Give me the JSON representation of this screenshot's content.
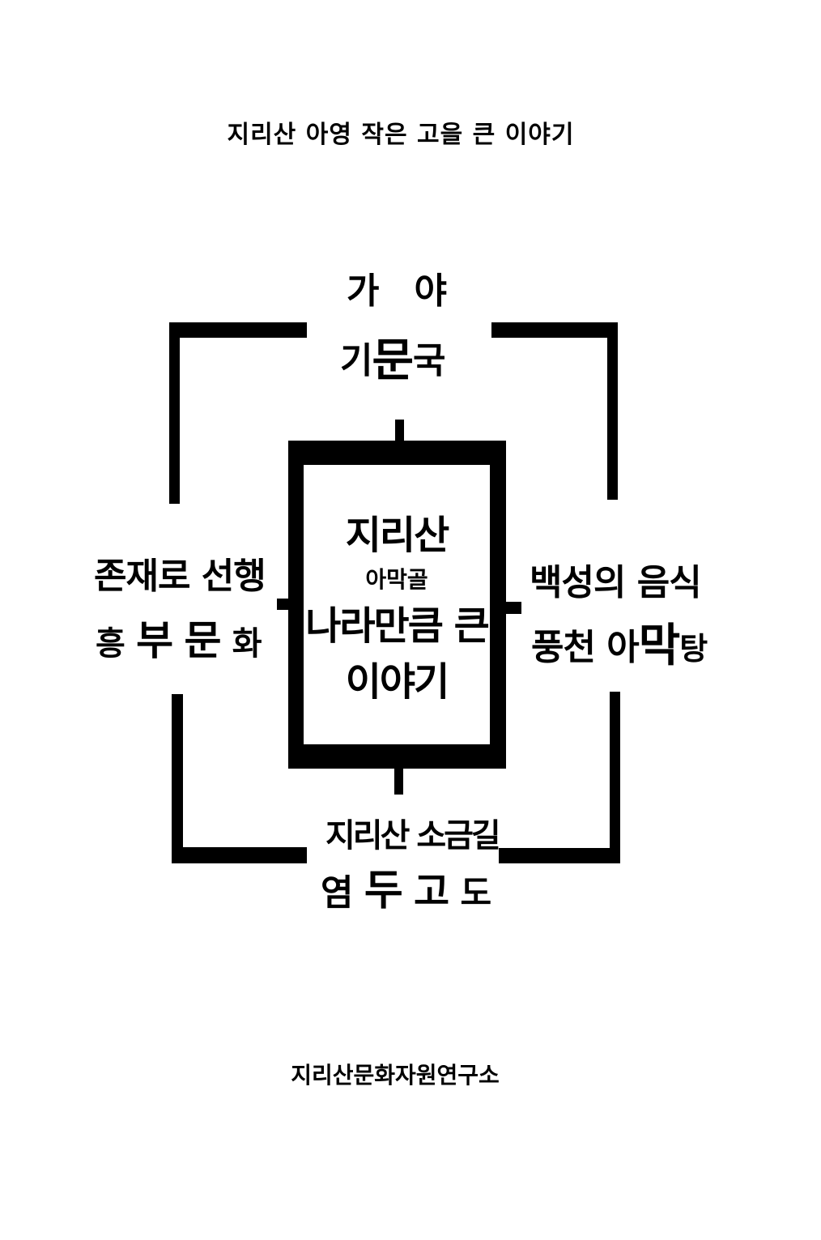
{
  "title": "지리산 아영 작은 고을 큰 이야기",
  "footer": "지리산문화자원연구소",
  "colors": {
    "line": "#000000",
    "background": "#ffffff",
    "text": "#000000"
  },
  "diagram": {
    "center": {
      "line1": "지리산",
      "line2": "아막골",
      "line3": "나라만큼 큰",
      "line4": "이야기"
    },
    "top": {
      "line1_a": "가",
      "line1_b": "야",
      "line2_a": "기",
      "line2_b": "문",
      "line2_c": "국"
    },
    "left": {
      "line1": "존재로 선행",
      "line2_a": "흥",
      "line2_b": "부",
      "line2_c": "문",
      "line2_d": "화"
    },
    "right": {
      "line1": "백성의 음식",
      "line2_a": "풍천 아",
      "line2_b": "막",
      "line2_c": "탕"
    },
    "bottom": {
      "line1": "지리산 소금길",
      "line2_a": "염",
      "line2_b": "두",
      "line2_c": "고",
      "line2_d": "도"
    }
  }
}
